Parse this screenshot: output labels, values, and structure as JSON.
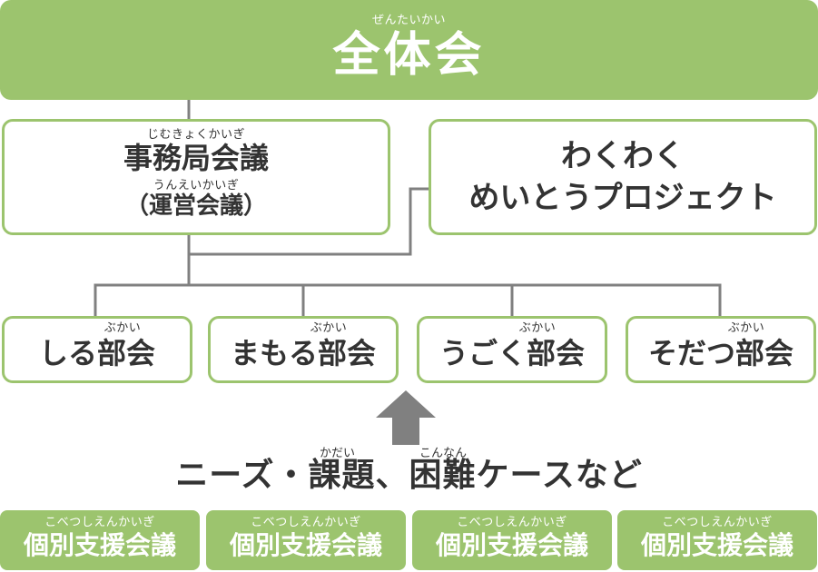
{
  "plenary": {
    "ruby": "ぜんたいかい",
    "title": "全体会"
  },
  "office": {
    "ruby1": "じむきょくかいぎ",
    "title": "事務局会議",
    "ruby2": "うんえいかいぎ",
    "subtitle": "（運営会議）"
  },
  "project": {
    "line1": "わくわく",
    "line2": "めいとうプロジェクト"
  },
  "subcommittees": [
    {
      "ruby": "ぶかい",
      "name": "しる部会"
    },
    {
      "ruby": "ぶかい",
      "name": "まもる部会"
    },
    {
      "ruby": "ぶかい",
      "name": "うごく部会"
    },
    {
      "ruby": "ぶかい",
      "name": "そだつ部会"
    }
  ],
  "needs": {
    "ruby_kadai": "かだい",
    "ruby_konnan": "こんなん",
    "text": "ニーズ・課題、困難ケースなど"
  },
  "conferences": [
    {
      "ruby": "こべつしえんかいぎ",
      "name": "個別支援会議"
    },
    {
      "ruby": "こべつしえんかいぎ",
      "name": "個別支援会議"
    },
    {
      "ruby": "こべつしえんかいぎ",
      "name": "個別支援会議"
    },
    {
      "ruby": "こべつしえんかいぎ",
      "name": "個別支援会議"
    }
  ],
  "colors": {
    "accent": "#9cc46e",
    "line": "#808080",
    "arrow": "#808080"
  }
}
